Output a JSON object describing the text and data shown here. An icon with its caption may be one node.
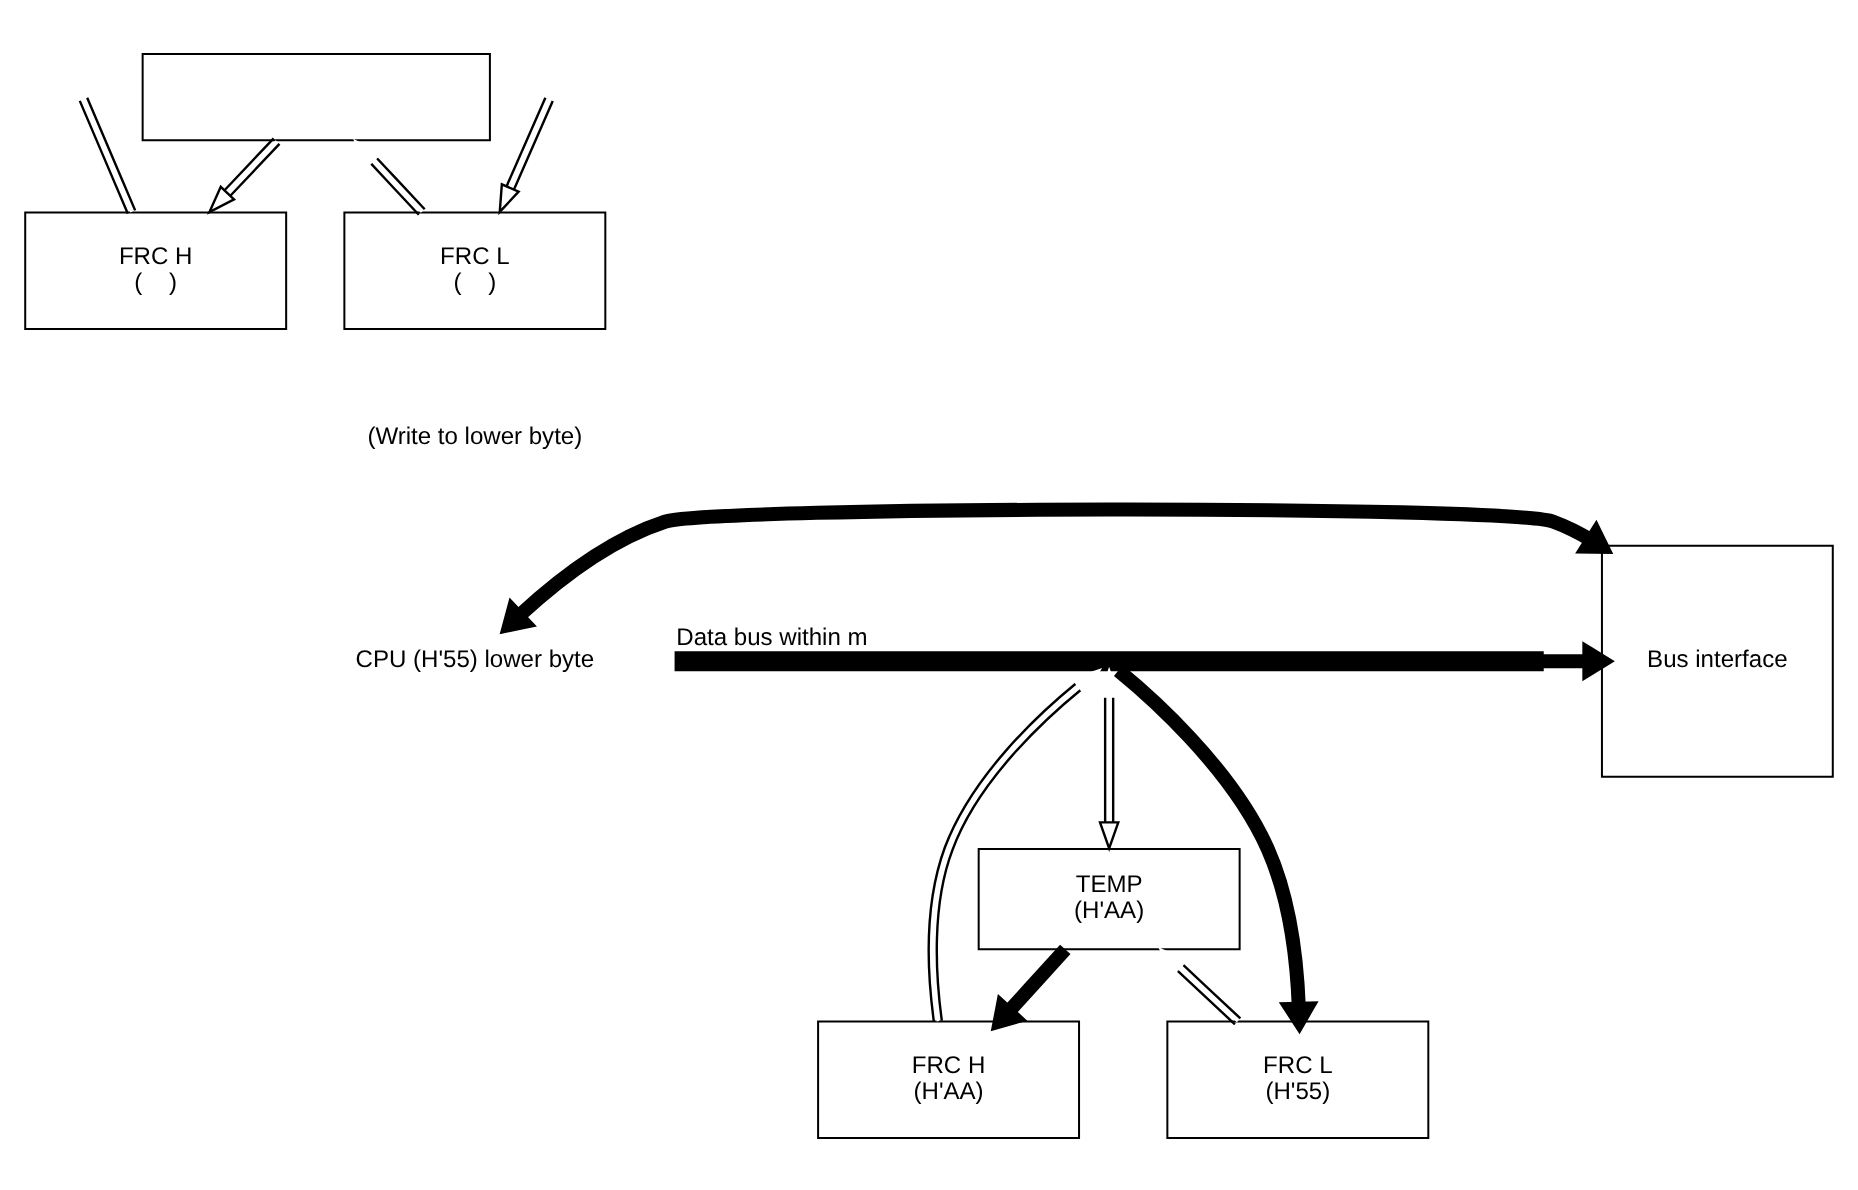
{
  "diagram": {
    "nodes": [
      {
        "text": [],
        "shape": "box"
      },
      {
        "text": [
          "FRC H",
          "(    )"
        ]
      },
      {
        "text": [
          "FRC L",
          "(    )"
        ]
      },
      {
        "text": [
          "CPU (H'55) lower byte"
        ]
      },
      {
        "text": [
          "Bus interface"
        ]
      },
      {
        "text": [],
        "shape": "bar",
        "beside": [
          "Data bus within m"
        ]
      },
      {
        "text": [
          "TEMP",
          "(H'AA)"
        ]
      },
      {
        "text": [
          "FRC H",
          "(H'AA)"
        ]
      },
      {
        "text": [
          "FRC L",
          "(H'55)"
        ]
      }
    ],
    "edges": [
      {
        "from": 1,
        "to": null,
        "arrow": "none"
      },
      {
        "from": 0,
        "to": 1,
        "arrow": "to"
      },
      {
        "from": 2,
        "to": 0,
        "arrow": "to"
      },
      {
        "from": null,
        "to": 2,
        "arrow": "to"
      },
      {
        "from": 3,
        "to": 4,
        "arrow": "both",
        "style": "thick"
      },
      {
        "from": 5,
        "to": 4,
        "arrow": "to",
        "style": "thick"
      },
      {
        "from": 7,
        "to": 5,
        "arrow": "to"
      },
      {
        "from": 5,
        "to": 6,
        "arrow": "both"
      },
      {
        "from": 5,
        "to": 8,
        "arrow": "to",
        "style": "thick"
      },
      {
        "from": 6,
        "to": 7,
        "arrow": "to",
        "style": "thick"
      },
      {
        "from": 8,
        "to": 6,
        "arrow": "to"
      }
    ],
    "labels": [
      "(Write to lower byte)"
    ]
  }
}
